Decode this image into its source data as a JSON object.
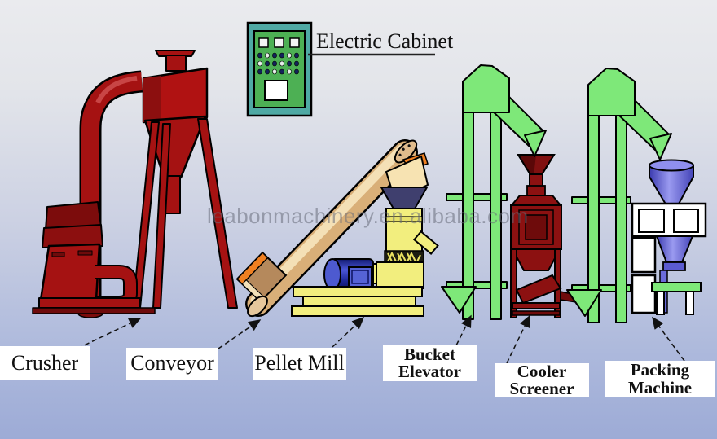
{
  "diagram": {
    "watermark": "leabonmachinery.en.alibaba.com",
    "electric_cabinet": {
      "label": "Electric Cabinet",
      "frame_color": "#4fa9a4",
      "panel_color": "#4db054"
    },
    "machines": [
      {
        "id": "crusher",
        "label": "Crusher",
        "color": "#a51212"
      },
      {
        "id": "conveyor",
        "label": "Conveyor",
        "color": "#dfb682"
      },
      {
        "id": "pellet-mill",
        "label": "Pellet Mill",
        "color": "#f2ee7e",
        "motor_color": "#2a35b8",
        "hopper_color": "#3f3f6e"
      },
      {
        "id": "bucket-elevator",
        "label_line1": "Bucket",
        "label_line2": "Elevator",
        "color": "#7ee879"
      },
      {
        "id": "cooler-screener",
        "label_line1": "Cooler",
        "label_line2": "Screener",
        "color": "#8c1111"
      },
      {
        "id": "packing-machine",
        "label_line1": "Packing",
        "label_line2": "Machine",
        "color": "#6b6bdc",
        "stand_color": "#7ee879"
      }
    ],
    "accent_colors": {
      "machine_red": "#a51212",
      "dark_red": "#6e0b0b",
      "elevator_green": "#7ee879",
      "conveyor_tan": "#dfb682",
      "trim_orange": "#f08021",
      "mill_yellow": "#f2ee7e",
      "motor_blue": "#2a35b8",
      "packing_blue": "#6b6bdc",
      "label_background": "#ffffff",
      "text_color": "#111111"
    }
  }
}
